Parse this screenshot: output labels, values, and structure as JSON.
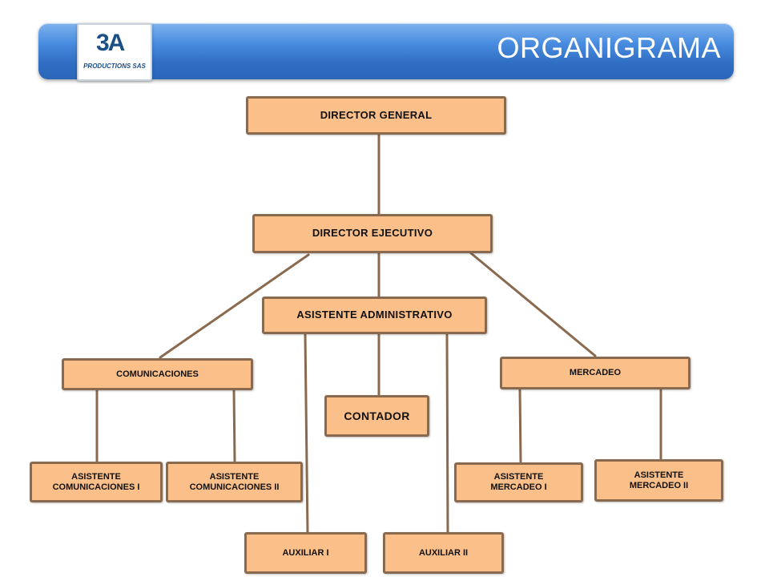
{
  "header": {
    "title": "ORGANIGRAMA",
    "logo_mark": "3A",
    "logo_text": "PRODUCTIONS SAS"
  },
  "nodes": {
    "director_general": "DIRECTOR GENERAL",
    "director_ejecutivo": "DIRECTOR EJECUTIVO",
    "asistente_administrativo": "ASISTENTE ADMINISTRATIVO",
    "comunicaciones": "COMUNICACIONES",
    "mercadeo": "MERCADEO",
    "contador": "CONTADOR",
    "asistente_comunicaciones_1": "ASISTENTE COMUNICACIONES I",
    "asistente_comunicaciones_2": "ASISTENTE COMUNICACIONES II",
    "asistente_mercadeo_1": "ASISTENTE MERCADEO I",
    "asistente_mercadeo_2": "ASISTENTE MERCADEO  II",
    "auxiliar_1": "AUXILIAR  I",
    "auxiliar_2": "AUXILIAR  II"
  },
  "colors": {
    "header": "#2f6fc4",
    "node_fill": "#fbbf8a",
    "node_border": "#8a6a4f",
    "connector": "#8a6a4f"
  }
}
